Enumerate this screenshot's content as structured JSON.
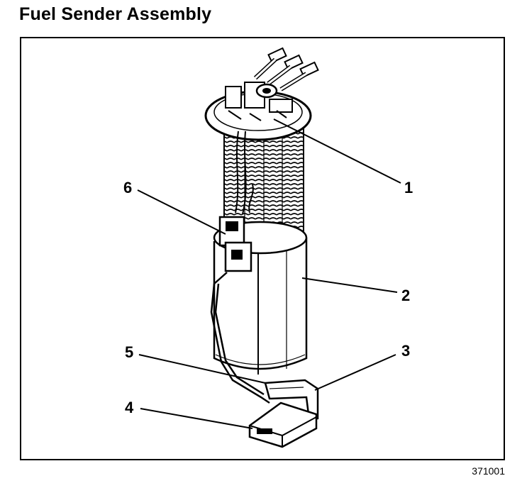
{
  "title": "Fuel Sender Assembly",
  "figure_id": "371001",
  "callouts": {
    "c1": "1",
    "c2": "2",
    "c3": "3",
    "c4": "4",
    "c5": "5",
    "c6": "6"
  },
  "colors": {
    "ink": "#000000",
    "paper": "#ffffff",
    "shade": "#d9d9d9"
  }
}
